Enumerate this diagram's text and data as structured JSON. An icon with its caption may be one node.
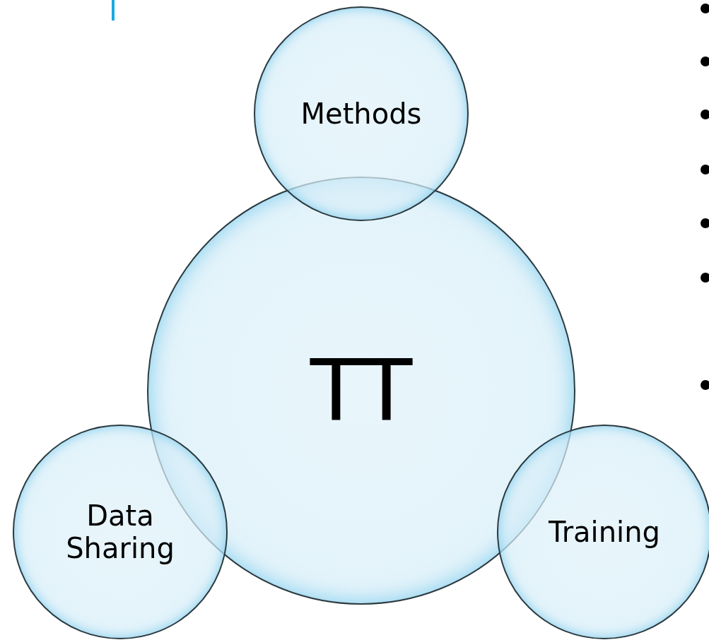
{
  "diagram": {
    "nodes": [
      {
        "text": [
          "TT"
        ]
      },
      {
        "text": [
          "Methods"
        ]
      },
      {
        "text": [
          "Data Sharing"
        ]
      },
      {
        "text": [
          "Training"
        ]
      }
    ]
  }
}
